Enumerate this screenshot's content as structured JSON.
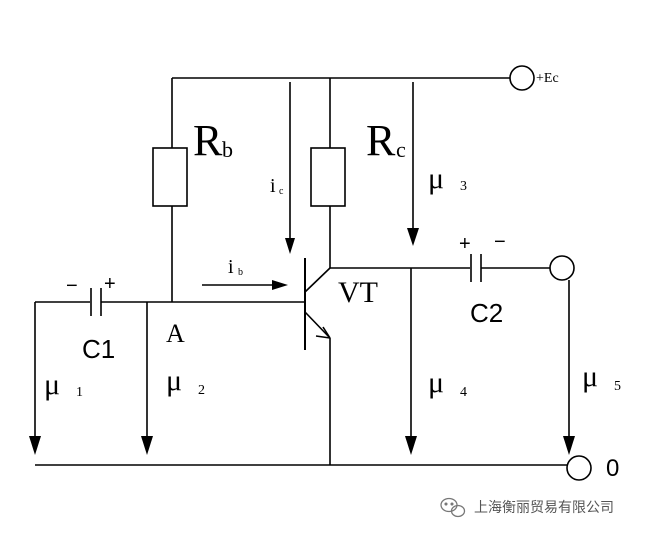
{
  "labels": {
    "Rb_main": "R",
    "Rb_sub": "b",
    "Rc_main": "R",
    "Rc_sub": "c",
    "supply": "+Ec",
    "ic_main": "i",
    "ic_sub": "c",
    "ib_main": "i",
    "ib_sub": "b",
    "transistor": "VT",
    "c1": "C1",
    "c2": "C2",
    "node_a": "A",
    "mu": "μ",
    "u1_idx": "1",
    "u2_idx": "2",
    "u3_idx": "3",
    "u4_idx": "4",
    "u5_idx": "5",
    "ground": "0",
    "c1_minus": "−",
    "c1_plus": "+",
    "c2_plus": "+",
    "c2_minus": "−",
    "watermark": "上海衡丽贸易有限公司"
  },
  "colors": {
    "ink": "#000000",
    "watermark": "#555555"
  }
}
